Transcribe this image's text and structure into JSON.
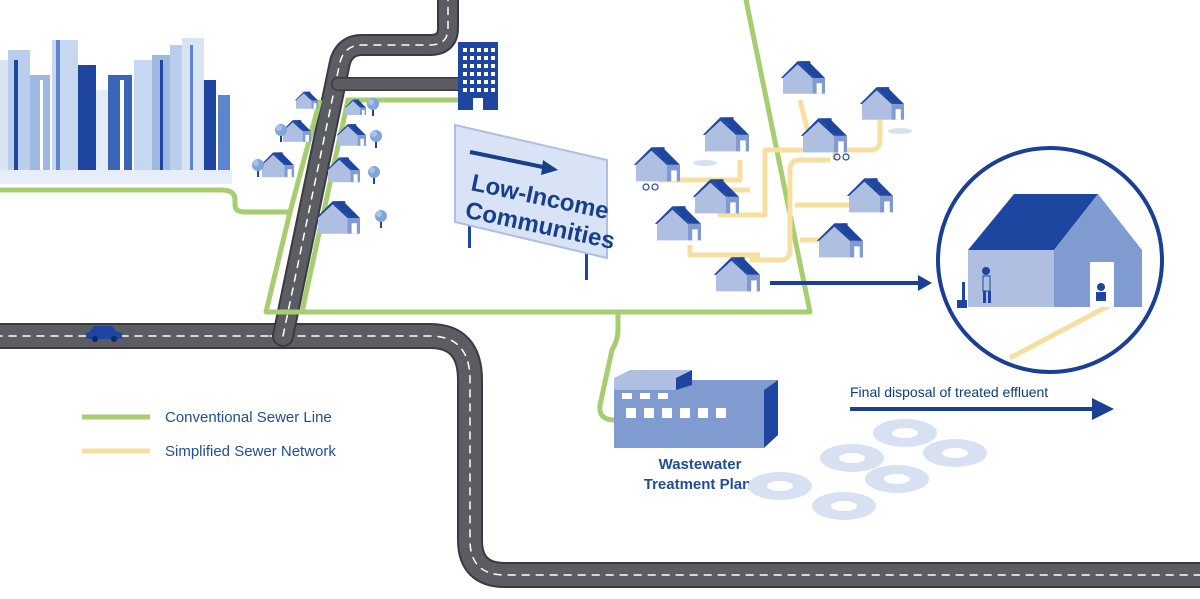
{
  "sign": {
    "line1": "Low-Income",
    "line2": "Communities"
  },
  "legend": {
    "conventional": {
      "label": "Conventional Sewer Line",
      "color": "#a6cd6f"
    },
    "simplified": {
      "label": "Simplified Sewer Network",
      "color": "#f6df9f"
    }
  },
  "plant": {
    "line1": "Wastewater",
    "line2": "Treatment Plant"
  },
  "disposal": {
    "label": "Final disposal of treated effluent"
  },
  "colors": {
    "navy": "#1b3f94",
    "house_wall": "#aebfe2",
    "house_roof": "#1e46a0",
    "house_side": "#7f9bd0",
    "road": "#5b5d62",
    "road_edge": "#3a3b40",
    "sign_bg": "#d8e4f5",
    "pond": "#d7e1f1"
  }
}
